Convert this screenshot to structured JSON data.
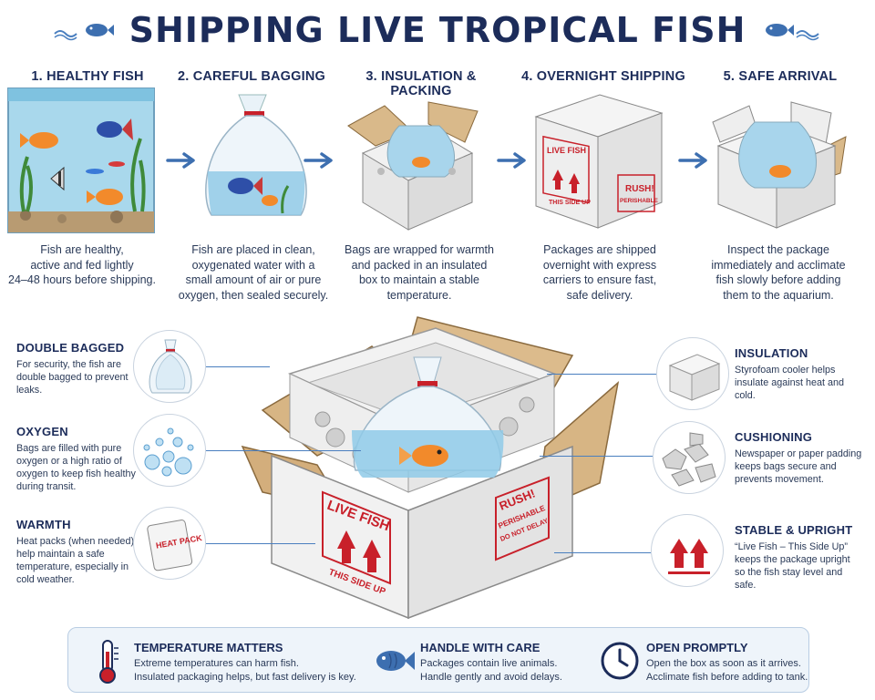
{
  "title": "SHIPPING LIVE TROPICAL FISH",
  "steps": [
    {
      "heading": "1. HEALTHY FISH",
      "desc_lines": [
        "Fish are healthy,",
        "active and fed lightly",
        "24–48 hours before shipping."
      ]
    },
    {
      "heading": "2. CAREFUL BAGGING",
      "desc_lines": [
        "Fish are placed in clean,",
        "oxygenated water with a",
        "small amount of air or pure",
        "oxygen, then sealed securely."
      ]
    },
    {
      "heading": "3. INSULATION & PACKING",
      "desc_lines": [
        "Bags are wrapped for warmth",
        "and packed in an insulated",
        "box to maintain a stable",
        "temperature."
      ]
    },
    {
      "heading": "4. OVERNIGHT SHIPPING",
      "desc_lines": [
        "Packages are shipped",
        "overnight with express",
        "carriers to ensure fast,",
        "safe delivery."
      ]
    },
    {
      "heading": "5. SAFE ARRIVAL",
      "desc_lines": [
        "Inspect the package",
        "immediately and acclimate",
        "fish slowly before adding",
        "them to the aquarium."
      ]
    }
  ],
  "box_labels": {
    "live_fish": "LIVE FISH",
    "this_side_up": "THIS SIDE UP",
    "rush": "RUSH!",
    "perishable": "PERISHABLE",
    "do_not_delay": "DO NOT DELAY",
    "heat_pack": "HEAT PACK"
  },
  "callouts_left": [
    {
      "heading": "DOUBLE BAGGED",
      "desc": "For security, the fish are double bagged to prevent leaks."
    },
    {
      "heading": "OXYGEN",
      "desc": "Bags are filled with pure oxygen or a high ratio of oxygen to keep fish healthy during transit."
    },
    {
      "heading": "WARMTH",
      "desc": "Heat packs (when needed) help maintain a safe temperature, especially in cold weather."
    }
  ],
  "callouts_right": [
    {
      "heading": "INSULATION",
      "desc": "Styrofoam cooler helps insulate against heat and cold."
    },
    {
      "heading": "CUSHIONING",
      "desc": "Newspaper or paper padding keeps bags secure and prevents movement."
    },
    {
      "heading": "STABLE & UPRIGHT",
      "desc": "“Live Fish – This Side Up” keeps the package upright so the fish stay level and safe."
    }
  ],
  "footer": [
    {
      "heading": "TEMPERATURE MATTERS",
      "line1": "Extreme temperatures can harm fish.",
      "line2": "Insulated packaging helps, but fast delivery is key.",
      "icon": "thermometer-icon"
    },
    {
      "heading": "HANDLE WITH CARE",
      "line1": "Packages contain live animals.",
      "line2": "Handle gently and avoid delays.",
      "icon": "fish-icon"
    },
    {
      "heading": "OPEN PROMPTLY",
      "line1": "Open the box as soon as it arrives.",
      "line2": "Acclimate fish before adding to tank.",
      "icon": "clock-icon"
    }
  ],
  "colors": {
    "navy": "#1c2c5a",
    "accent_blue": "#3d6fb0",
    "label_red": "#c8202a",
    "cardboard": "#d9b98a",
    "water": "#9fd0ea"
  }
}
